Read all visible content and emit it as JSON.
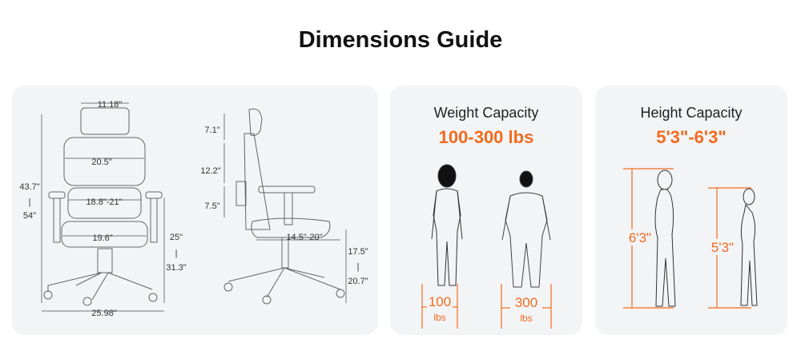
{
  "title": "Dimensions Guide",
  "chair": {
    "front": {
      "headrest_width": "11.18\"",
      "back_width": "20.5\"",
      "height_min": "43.7\"",
      "height_sep": "|",
      "height_max": "54\"",
      "armrest_width": "18.8\"-21\"",
      "seat_width": "19.6\"",
      "arm_height_min": "25\"",
      "arm_height_sep": "|",
      "arm_height_max": "31.3\"",
      "base_width": "25.98\""
    },
    "side": {
      "headrest_adjust": "7.1\"",
      "backrest_height": "12.2\"",
      "lumbar_height": "7.5\"",
      "seat_depth": "14.5\"-20\"",
      "seat_height_min": "17.5\"",
      "seat_height_sep": "|",
      "seat_height_max": "20.7\""
    }
  },
  "weight": {
    "title": "Weight Capacity",
    "value": "100-300 lbs",
    "min_value": "100",
    "min_unit": "lbs",
    "max_value": "300",
    "max_unit": "lbs"
  },
  "height": {
    "title": "Height Capacity",
    "value": "5'3\"-6'3\"",
    "tall": "6'3\"",
    "short": "5'3\""
  },
  "colors": {
    "accent": "#f26b1d",
    "panel": "#f3f4f6",
    "line": "#555555"
  }
}
